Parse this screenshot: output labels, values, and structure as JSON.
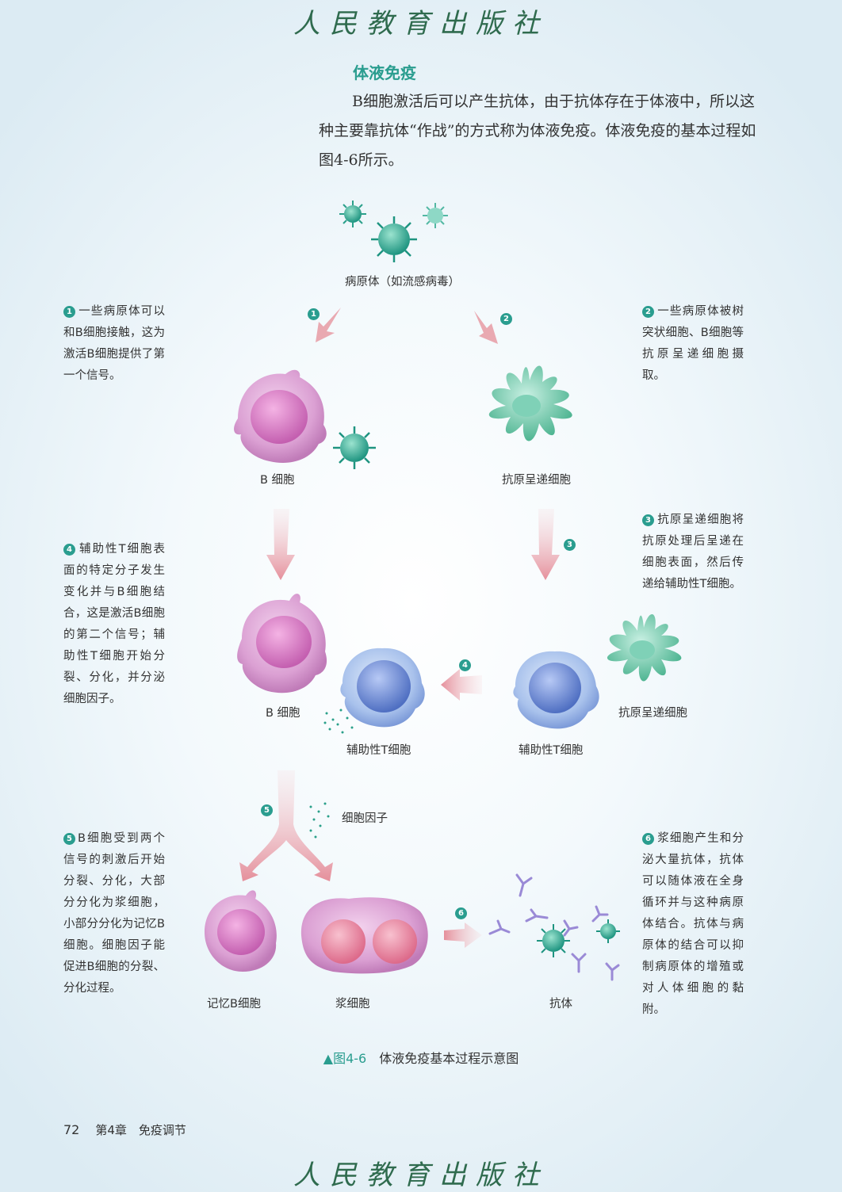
{
  "publisher": "人民教育出版社",
  "section_title": "体液免疫",
  "intro": "B细胞激活后可以产生抗体，由于抗体存在于体液中，所以这种主要靠抗体“作战”的方式称为体液免疫。体液免疫的基本过程如图4-6所示。",
  "labels": {
    "pathogen": "病原体（如流感病毒）",
    "b_cell_1": "B 细胞",
    "apc_1": "抗原呈递细胞",
    "b_cell_2": "B 细胞",
    "helper_t_1": "辅助性T细胞",
    "helper_t_2": "辅助性T细胞",
    "apc_2": "抗原呈递细胞",
    "cytokine": "细胞因子",
    "memory_b": "记忆B细胞",
    "plasma": "浆细胞",
    "antibody": "抗体"
  },
  "steps": [
    {
      "num": "1",
      "text": "一些病原体可以和B细胞接触，这为激活B细胞提供了第一个信号。"
    },
    {
      "num": "2",
      "text": "一些病原体被树突状细胞、B细胞等抗原呈递细胞摄取。"
    },
    {
      "num": "3",
      "text": "抗原呈递细胞将抗原处理后呈递在细胞表面，然后传递给辅助性T细胞。"
    },
    {
      "num": "4",
      "text": "辅助性T细胞表面的特定分子发生变化并与B细胞结合，这是激活B细胞的第二个信号；辅助性T细胞开始分裂、分化，并分泌细胞因子。"
    },
    {
      "num": "5",
      "text": "B细胞受到两个信号的刺激后开始分裂、分化，大部分分化为浆细胞，小部分分化为记忆B细胞。细胞因子能促进B细胞的分裂、分化过程。"
    },
    {
      "num": "6",
      "text": "浆细胞产生和分泌大量抗体，抗体可以随体液在全身循环并与这种病原体结合。抗体与病原体的结合可以抑制病原体的增殖或对人体细胞的黏附。"
    }
  ],
  "caption": {
    "marker": "▲",
    "fig": "图4-6",
    "title": "体液免疫基本过程示意图"
  },
  "footer": {
    "page": "72",
    "chapter": "第4章　免疫调节"
  },
  "colors": {
    "accent": "#2a9d8f",
    "b_cell": "#d99ad0",
    "t_cell": "#6f8fd4",
    "apc": "#5fc4a6",
    "plasma": "#e07a9a",
    "arrow": "#e8a0a8"
  }
}
